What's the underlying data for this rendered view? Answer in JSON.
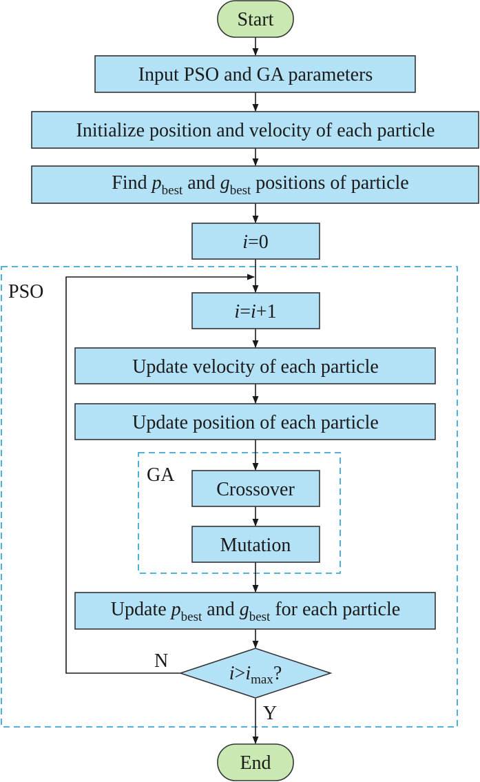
{
  "colors": {
    "process_fill": "#b3e1f5",
    "terminal_fill": "#c9e8b2",
    "group_border": "#3aa8d8",
    "line": "#1a1a1a"
  },
  "nodes": {
    "start": "Start",
    "input": "Input PSO and GA parameters",
    "init": "Initialize position and velocity of each particle",
    "find": {
      "pre": "Find ",
      "p": "p",
      "p_sub": "best",
      "and": " and ",
      "g": "g",
      "g_sub": "best",
      "post": " positions of particle"
    },
    "i0": {
      "i": "i",
      "eq": "=",
      "zero": "0"
    },
    "inc": {
      "i": "i",
      "eq": "=",
      "i2": "i",
      "plus": "+1"
    },
    "vel": "Update velocity of each particle",
    "pos": "Update position of each particle",
    "cross": "Crossover",
    "mut": "Mutation",
    "upd": {
      "pre": "Update ",
      "p": "p",
      "p_sub": "best",
      "and": " and ",
      "g": "g",
      "g_sub": "best",
      "post": " for each particle"
    },
    "cond": {
      "i": "i",
      "gt": ">",
      "i2": "i",
      "sub": "max",
      "q": "?"
    },
    "end": "End"
  },
  "groups": {
    "pso": "PSO",
    "ga": "GA"
  },
  "edge_labels": {
    "no": "N",
    "yes": "Y"
  }
}
